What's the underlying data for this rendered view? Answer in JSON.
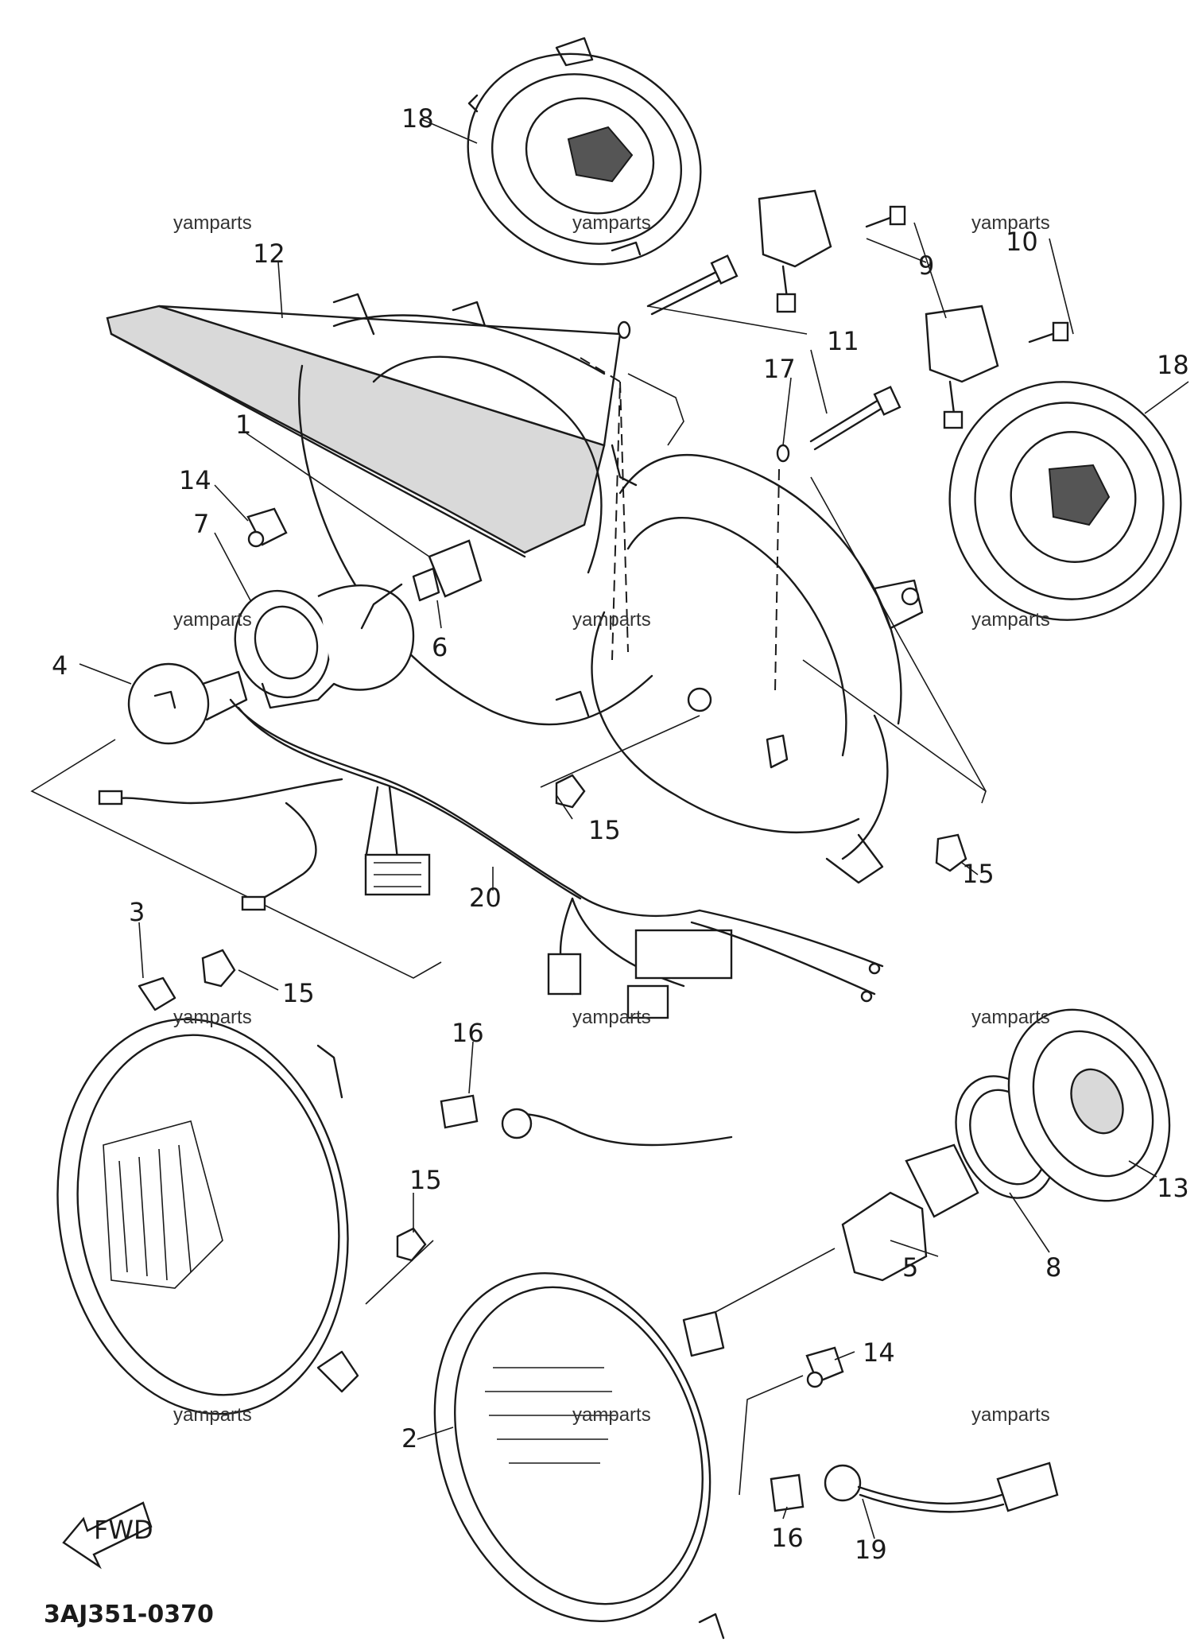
{
  "watermark": "yamparts",
  "diagram_code": "3AJ351-0370",
  "fwd_arrow_text": "FWD",
  "callouts": {
    "c1": "1",
    "c2": "2",
    "c3": "3",
    "c4": "4",
    "c5": "5",
    "c6": "6",
    "c7": "7",
    "c8": "8",
    "c9": "9",
    "c10": "10",
    "c11": "11",
    "c12": "12",
    "c13": "13",
    "c14a": "14",
    "c14b": "14",
    "c15a": "15",
    "c15b": "15",
    "c15c": "15",
    "c15d": "15",
    "c16a": "16",
    "c16b": "16",
    "c17": "17",
    "c18a": "18",
    "c18b": "18",
    "c19": "19",
    "c20": "20"
  }
}
